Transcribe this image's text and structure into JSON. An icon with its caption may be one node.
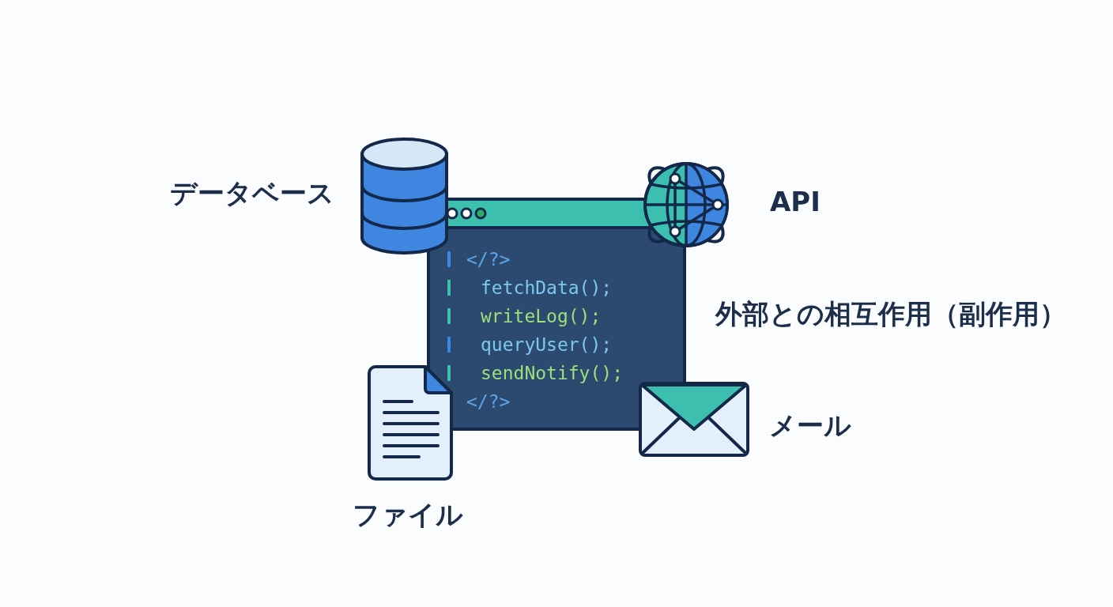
{
  "diagram": {
    "nodes": [
      {
        "text": [],
        "shape": "cylinder",
        "beside": [
          "データベース"
        ]
      },
      {
        "text": [],
        "shape": "globe",
        "beside": [
          "API"
        ]
      },
      {
        "text": [
          "</?>",
          "fetchData();",
          "writeLog();",
          "queryUser();",
          "sendNotify();",
          "</?>"
        ]
      },
      {
        "text": [],
        "shape": "document",
        "beside": [
          "ファイル"
        ]
      },
      {
        "text": [],
        "shape": "envelope",
        "beside": [
          "メール"
        ]
      }
    ],
    "labels": [
      "外部との相互作用（副作用）"
    ]
  }
}
